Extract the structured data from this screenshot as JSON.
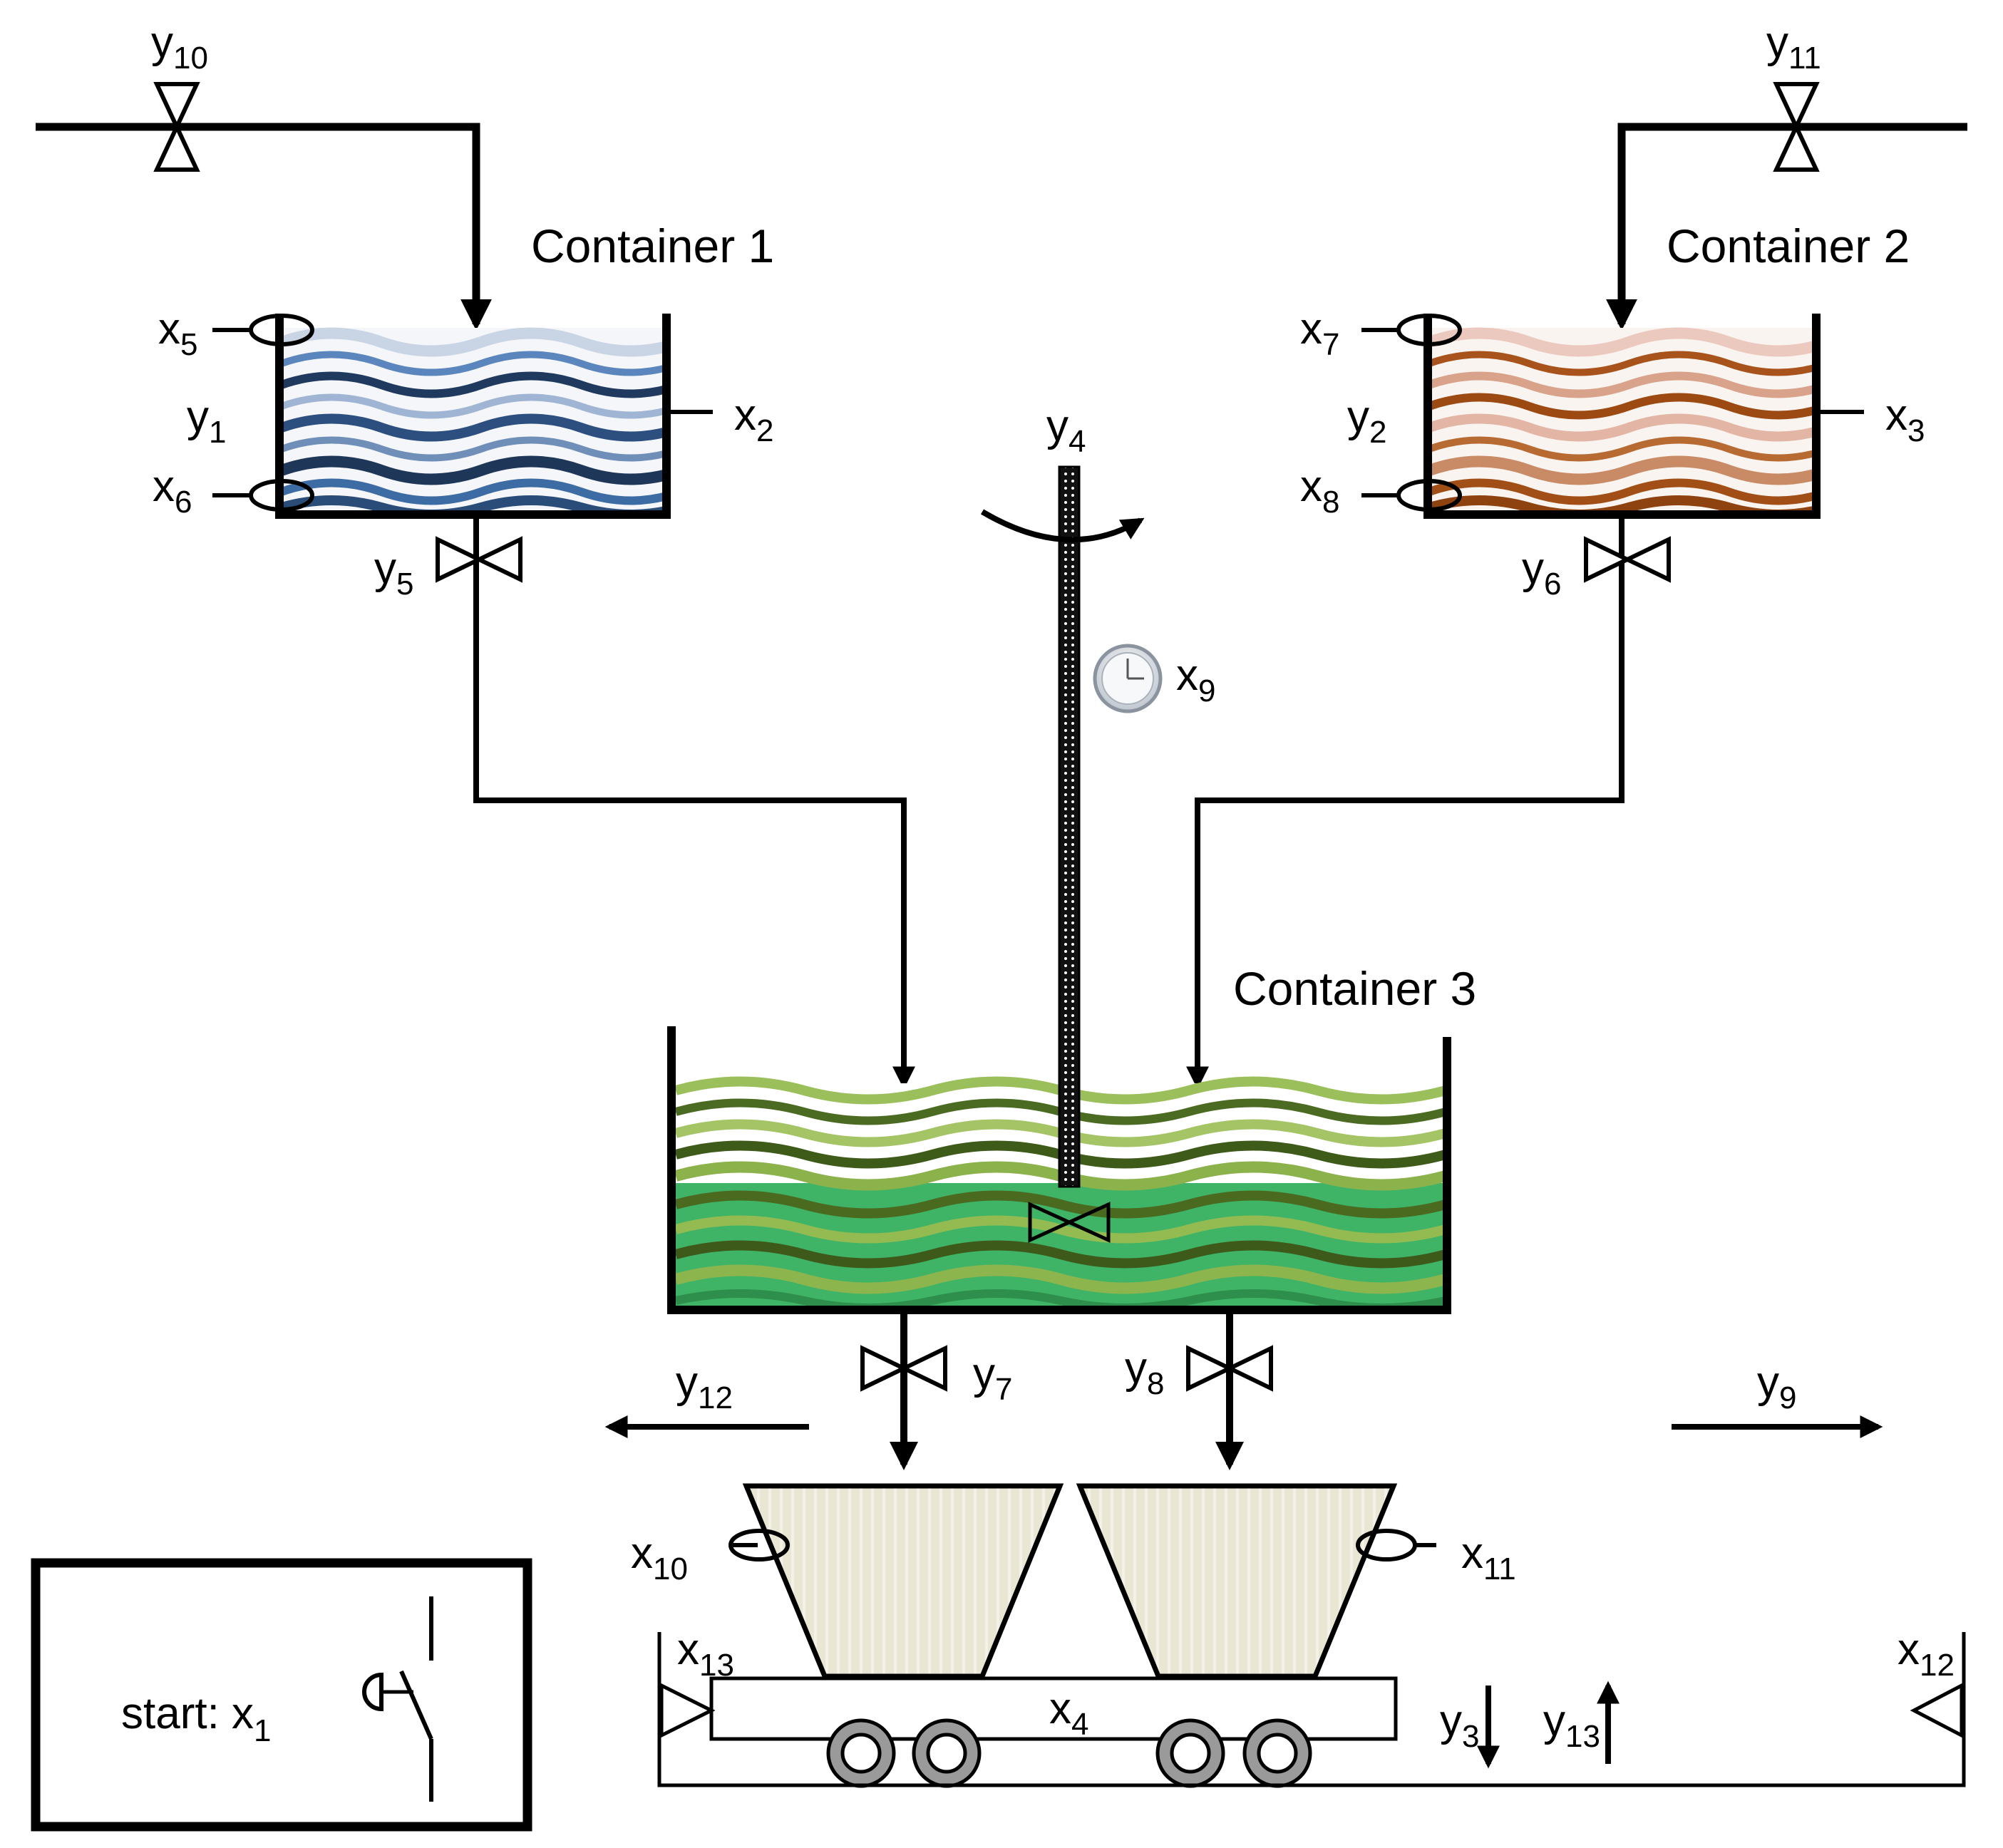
{
  "containers": {
    "c1": {
      "title": "Container 1"
    },
    "c2": {
      "title": "Container 2"
    },
    "c3": {
      "title": "Container 3"
    }
  },
  "labels": {
    "y10": {
      "base": "y",
      "sub": "10"
    },
    "y11": {
      "base": "y",
      "sub": "11"
    },
    "x5": {
      "base": "x",
      "sub": "5"
    },
    "y1": {
      "base": "y",
      "sub": "1"
    },
    "x6": {
      "base": "x",
      "sub": "6"
    },
    "x2": {
      "base": "x",
      "sub": "2"
    },
    "y5": {
      "base": "y",
      "sub": "5"
    },
    "y4": {
      "base": "y",
      "sub": "4"
    },
    "x9": {
      "base": "x",
      "sub": "9"
    },
    "x7": {
      "base": "x",
      "sub": "7"
    },
    "y2": {
      "base": "y",
      "sub": "2"
    },
    "x8": {
      "base": "x",
      "sub": "8"
    },
    "x3": {
      "base": "x",
      "sub": "3"
    },
    "y6": {
      "base": "y",
      "sub": "6"
    },
    "y7": {
      "base": "y",
      "sub": "7"
    },
    "y8": {
      "base": "y",
      "sub": "8"
    },
    "y12": {
      "base": "y",
      "sub": "12"
    },
    "y9": {
      "base": "y",
      "sub": "9"
    },
    "x10": {
      "base": "x",
      "sub": "10"
    },
    "x11": {
      "base": "x",
      "sub": "11"
    },
    "x13": {
      "base": "x",
      "sub": "13"
    },
    "x12": {
      "base": "x",
      "sub": "12"
    },
    "x4": {
      "base": "x",
      "sub": "4"
    },
    "y3": {
      "base": "y",
      "sub": "3"
    },
    "y13": {
      "base": "y",
      "sub": "13"
    }
  },
  "start_box": {
    "text": "start: x",
    "sub": "1"
  },
  "colors": {
    "line": "#000000",
    "container1_liquid": "#3a6ea5",
    "container2_liquid": "#b5651d",
    "container3_liquid": "#3fa34d",
    "hopper_fill": "#e8e4d0",
    "wheel": "#9a9a9a"
  }
}
